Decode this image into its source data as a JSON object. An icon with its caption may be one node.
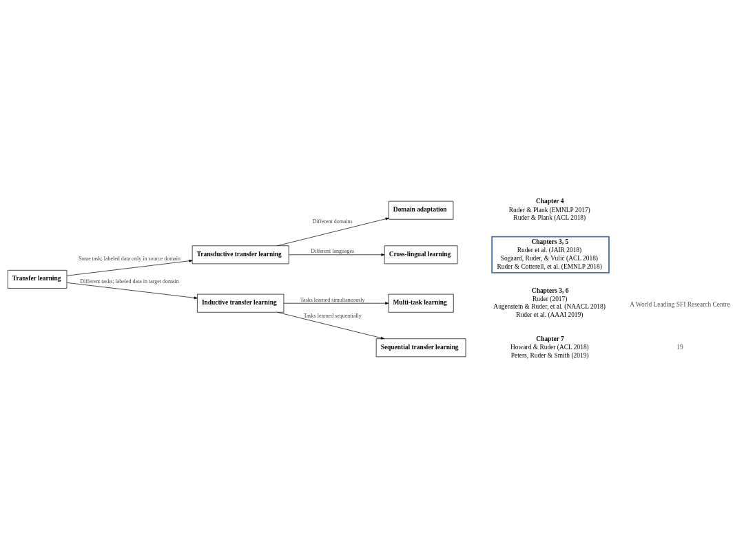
{
  "diagram": {
    "nodes": [
      {
        "text": [
          "Transfer learning"
        ]
      },
      {
        "text": [
          "Transductive transfer learning"
        ]
      },
      {
        "text": [
          "Inductive transfer learning"
        ]
      },
      {
        "text": [
          "Domain adaptation"
        ],
        "beside": [
          "Chapter 4",
          "Ruder & Plank (EMNLP 2017)",
          "Ruder & Plank (ACL 2018)"
        ]
      },
      {
        "text": [
          "Cross-lingual learning"
        ]
      },
      {
        "text": [
          "Multi-task learning"
        ],
        "beside": [
          "Chapters 3, 6",
          "Ruder (2017)",
          "Augenstein & Ruder, et al. (NAACL 2018)",
          "Ruder et al. (AAAI 2019)"
        ]
      },
      {
        "text": [
          "Sequential transfer learning"
        ],
        "beside": [
          "Chapter 7",
          "Howard & Ruder (ACL 2018)",
          "Peters, Ruder & Smith (2019)"
        ]
      },
      {
        "text": [
          "Chapters 3, 5",
          "Ruder et al. (JAIR 2018)",
          "Sogaard, Ruder, & Vulić (ACL 2018)",
          "Ruder & Cotterell, et al. (EMNLP 2018)"
        ]
      }
    ],
    "edges": [
      {
        "from": 0,
        "to": 1,
        "arrow": "to",
        "label": "Same task; labeled data only in source domain"
      },
      {
        "from": 0,
        "to": 2,
        "arrow": "to",
        "label": "Different tasks; labeled data in target domain"
      },
      {
        "from": 1,
        "to": 3,
        "arrow": "to",
        "label": "Different domains"
      },
      {
        "from": 1,
        "to": 4,
        "arrow": "to",
        "label": "Different languages"
      },
      {
        "from": 2,
        "to": 5,
        "arrow": "to",
        "label": "Tasks learned simultaneously"
      },
      {
        "from": 2,
        "to": 6,
        "arrow": "to",
        "label": "Tasks learned sequentially"
      }
    ],
    "labels": [
      "A World Leading SFI Research Centre",
      "19"
    ]
  }
}
